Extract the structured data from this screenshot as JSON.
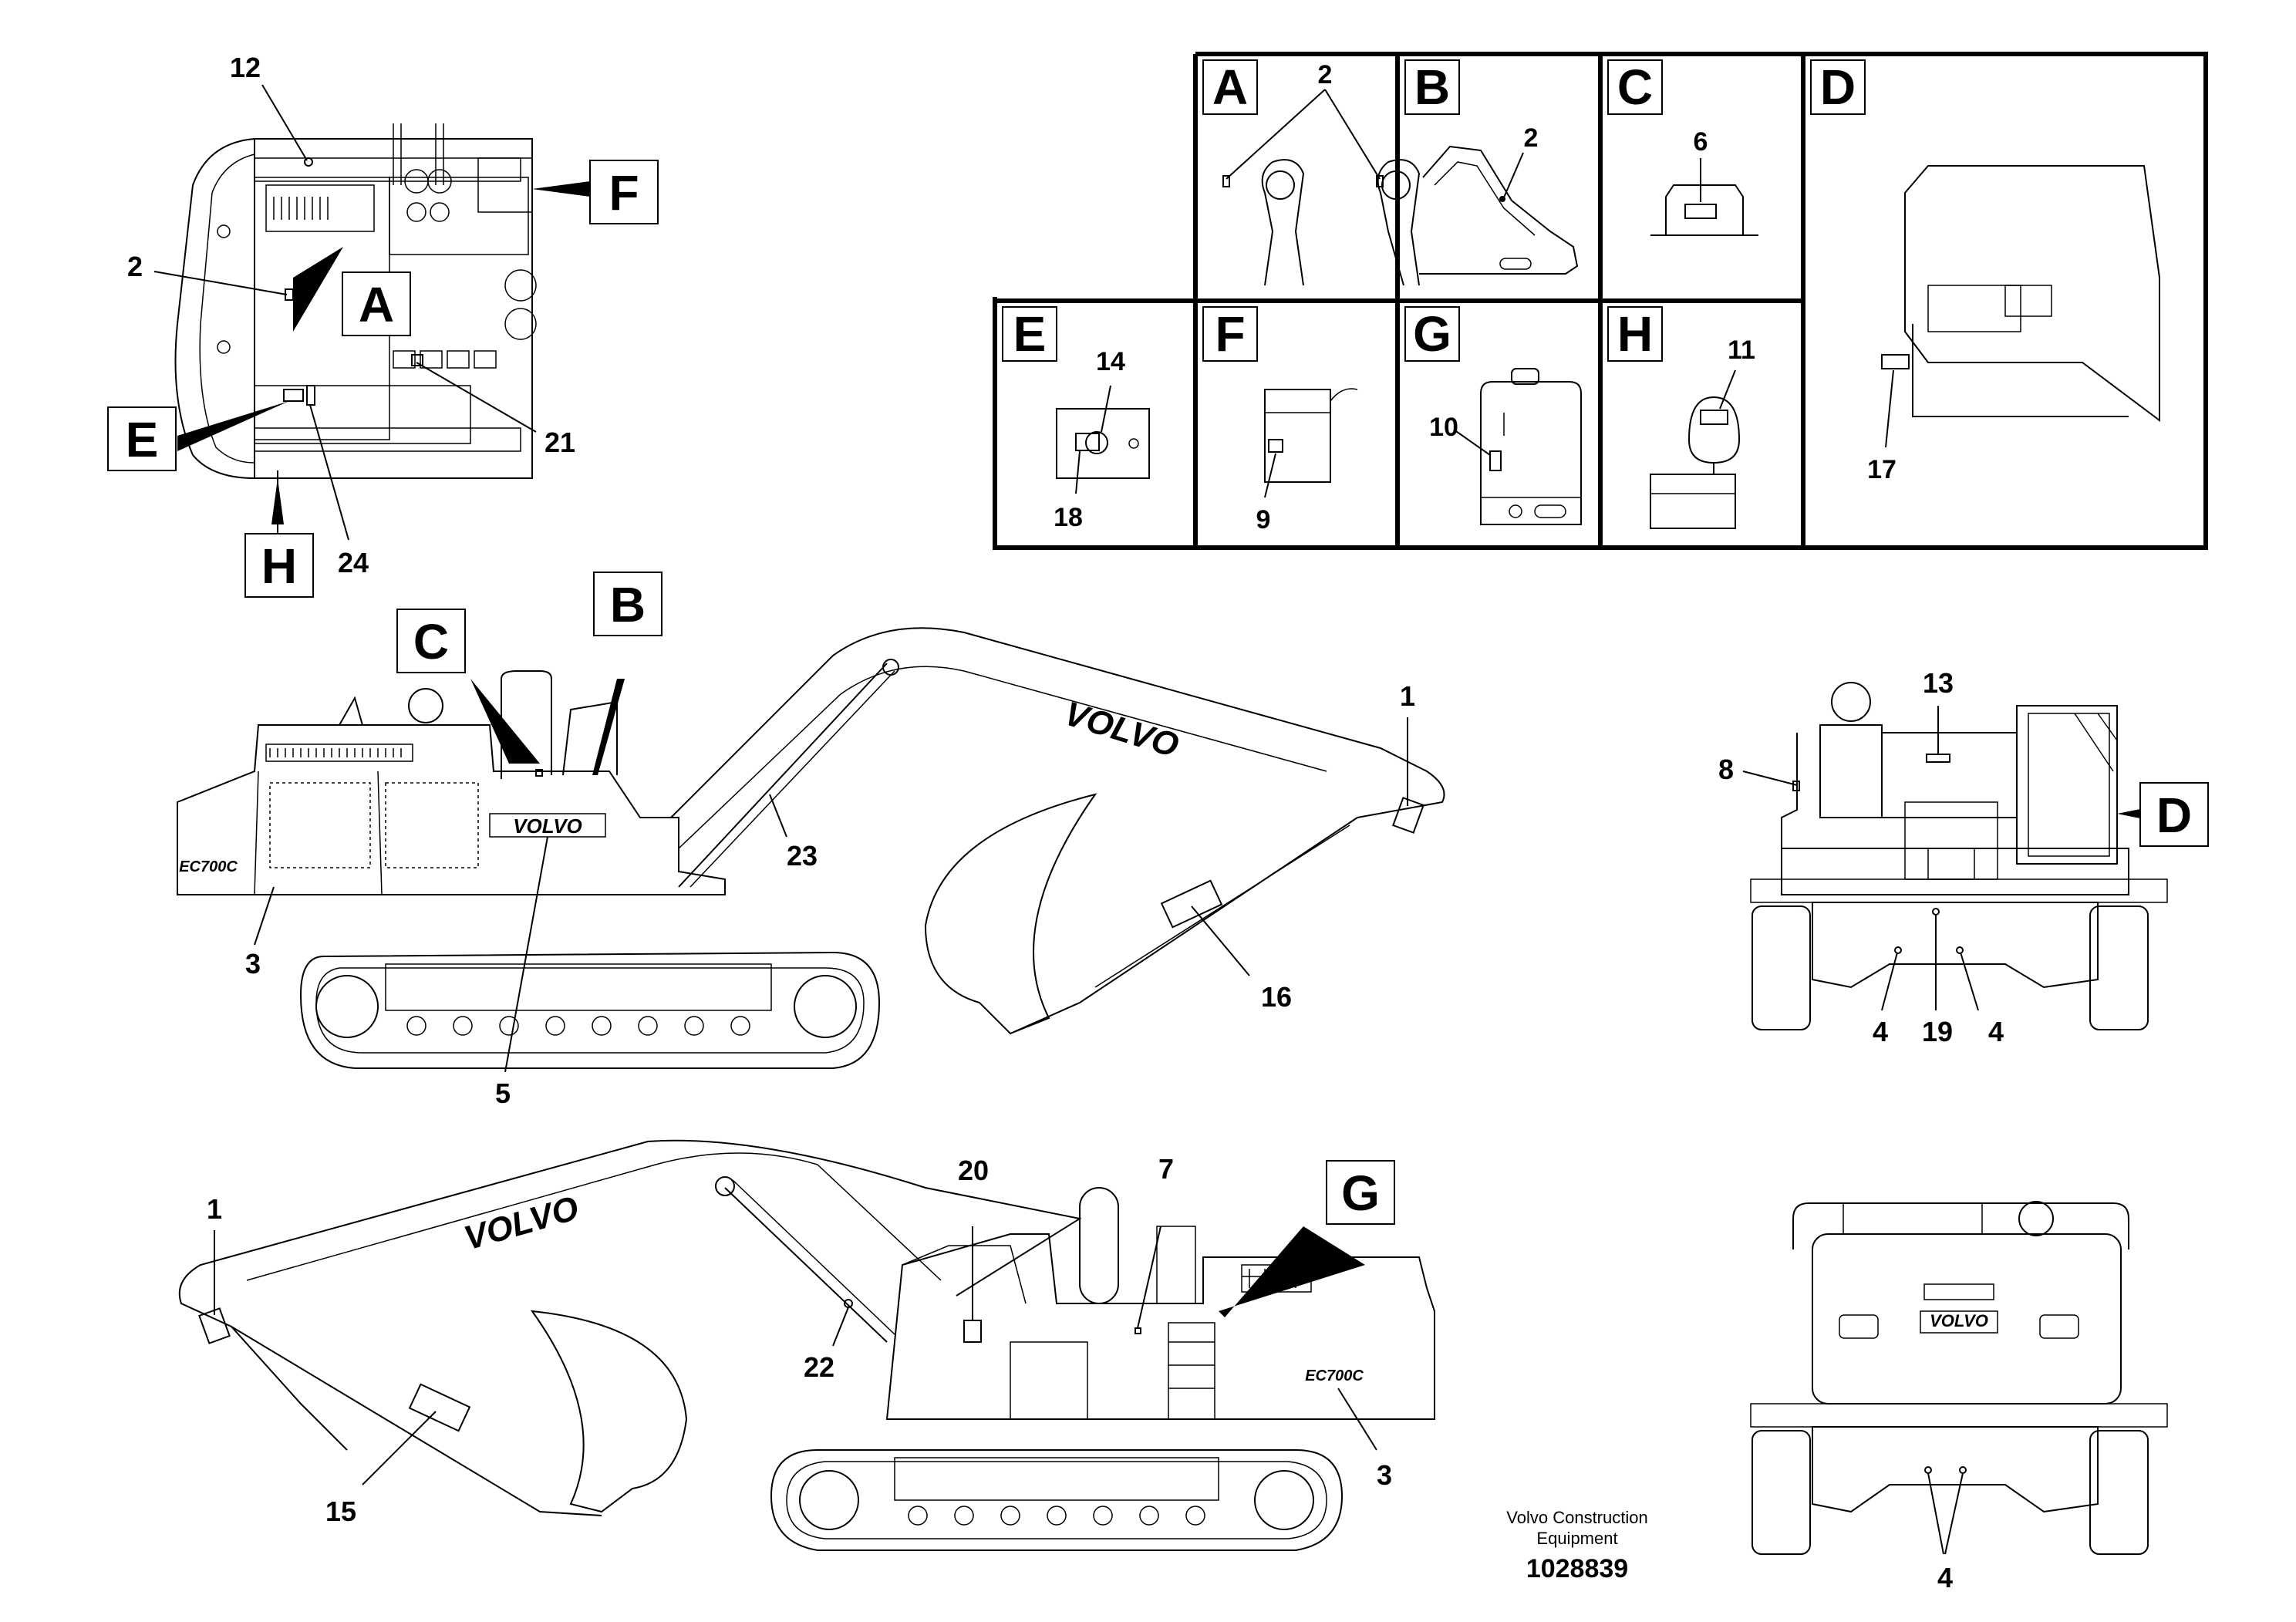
{
  "detail_panels": {
    "A": {
      "letter": "A",
      "callouts": [
        "2"
      ]
    },
    "B": {
      "letter": "B",
      "callouts": [
        "2"
      ]
    },
    "C": {
      "letter": "C",
      "callouts": [
        "6"
      ]
    },
    "D": {
      "letter": "D",
      "callouts": [
        "17"
      ]
    },
    "E": {
      "letter": "E",
      "callouts": [
        "14",
        "18"
      ]
    },
    "F": {
      "letter": "F",
      "callouts": [
        "9"
      ]
    },
    "G": {
      "letter": "G",
      "callouts": [
        "10"
      ]
    },
    "H": {
      "letter": "H",
      "callouts": [
        "11"
      ]
    }
  },
  "top_view": {
    "callouts": [
      "12",
      "2",
      "21",
      "24"
    ],
    "view_refs": [
      "A",
      "E",
      "F",
      "H"
    ]
  },
  "side_view_left": {
    "callouts": [
      "1",
      "3",
      "5",
      "16",
      "23"
    ],
    "view_refs": [
      "B",
      "C"
    ],
    "brand": "VOLVO",
    "model": "EC700C"
  },
  "side_view_right": {
    "callouts": [
      "1",
      "3",
      "7",
      "15",
      "20",
      "22"
    ],
    "view_refs": [
      "G"
    ],
    "brand": "VOLVO",
    "model": "EC700C"
  },
  "front_view": {
    "callouts": [
      "8",
      "13",
      "4",
      "19",
      "4"
    ],
    "view_refs": [
      "D"
    ]
  },
  "rear_view": {
    "callouts": [
      "4"
    ],
    "brand": "VOLVO"
  },
  "footer": {
    "company_line1": "Volvo Construction",
    "company_line2": "Equipment",
    "drawing_number": "1028839"
  }
}
